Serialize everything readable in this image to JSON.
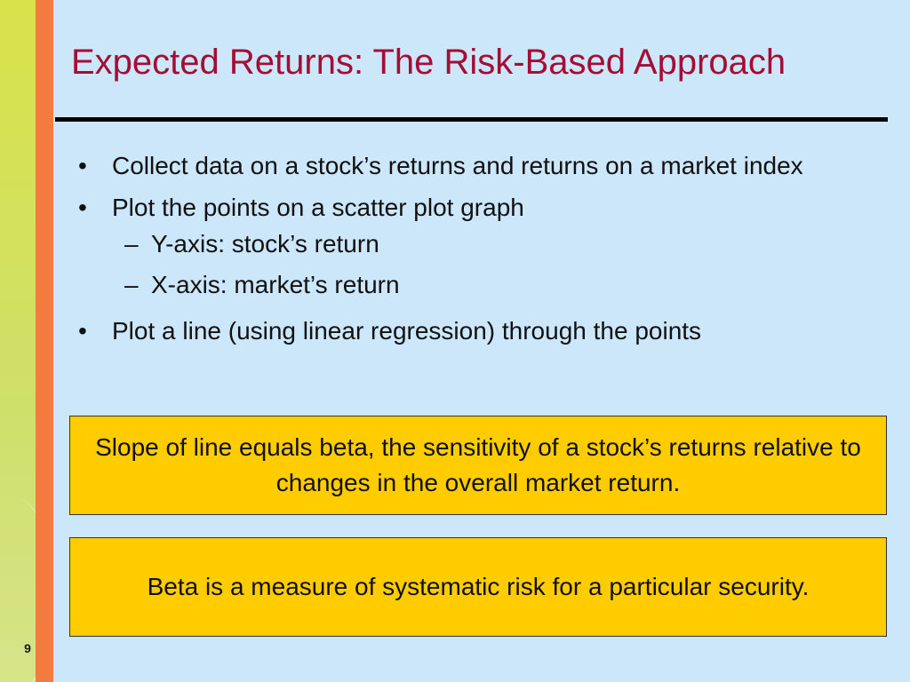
{
  "slide": {
    "number": "9",
    "title": "Expected Returns: The Risk-Based Approach"
  },
  "bullets": [
    {
      "text": "Collect data on a stock’s returns and returns on a market index",
      "subs": []
    },
    {
      "text": "Plot the points on a scatter plot graph",
      "subs": [
        "Y-axis: stock’s return",
        "X-axis: market’s return"
      ]
    },
    {
      "text": "Plot a line (using linear regression) through the points",
      "subs": []
    }
  ],
  "callouts": [
    "Slope of line equals beta, the sensitivity of a stock’s returns relative to changes in the overall market return.",
    "Beta is a measure of systematic risk for a particular security."
  ],
  "colors": {
    "background": "#cce6fa",
    "title": "#a50e34",
    "orange_band": "#f47b40",
    "callout_fill": "#ffcc00"
  }
}
